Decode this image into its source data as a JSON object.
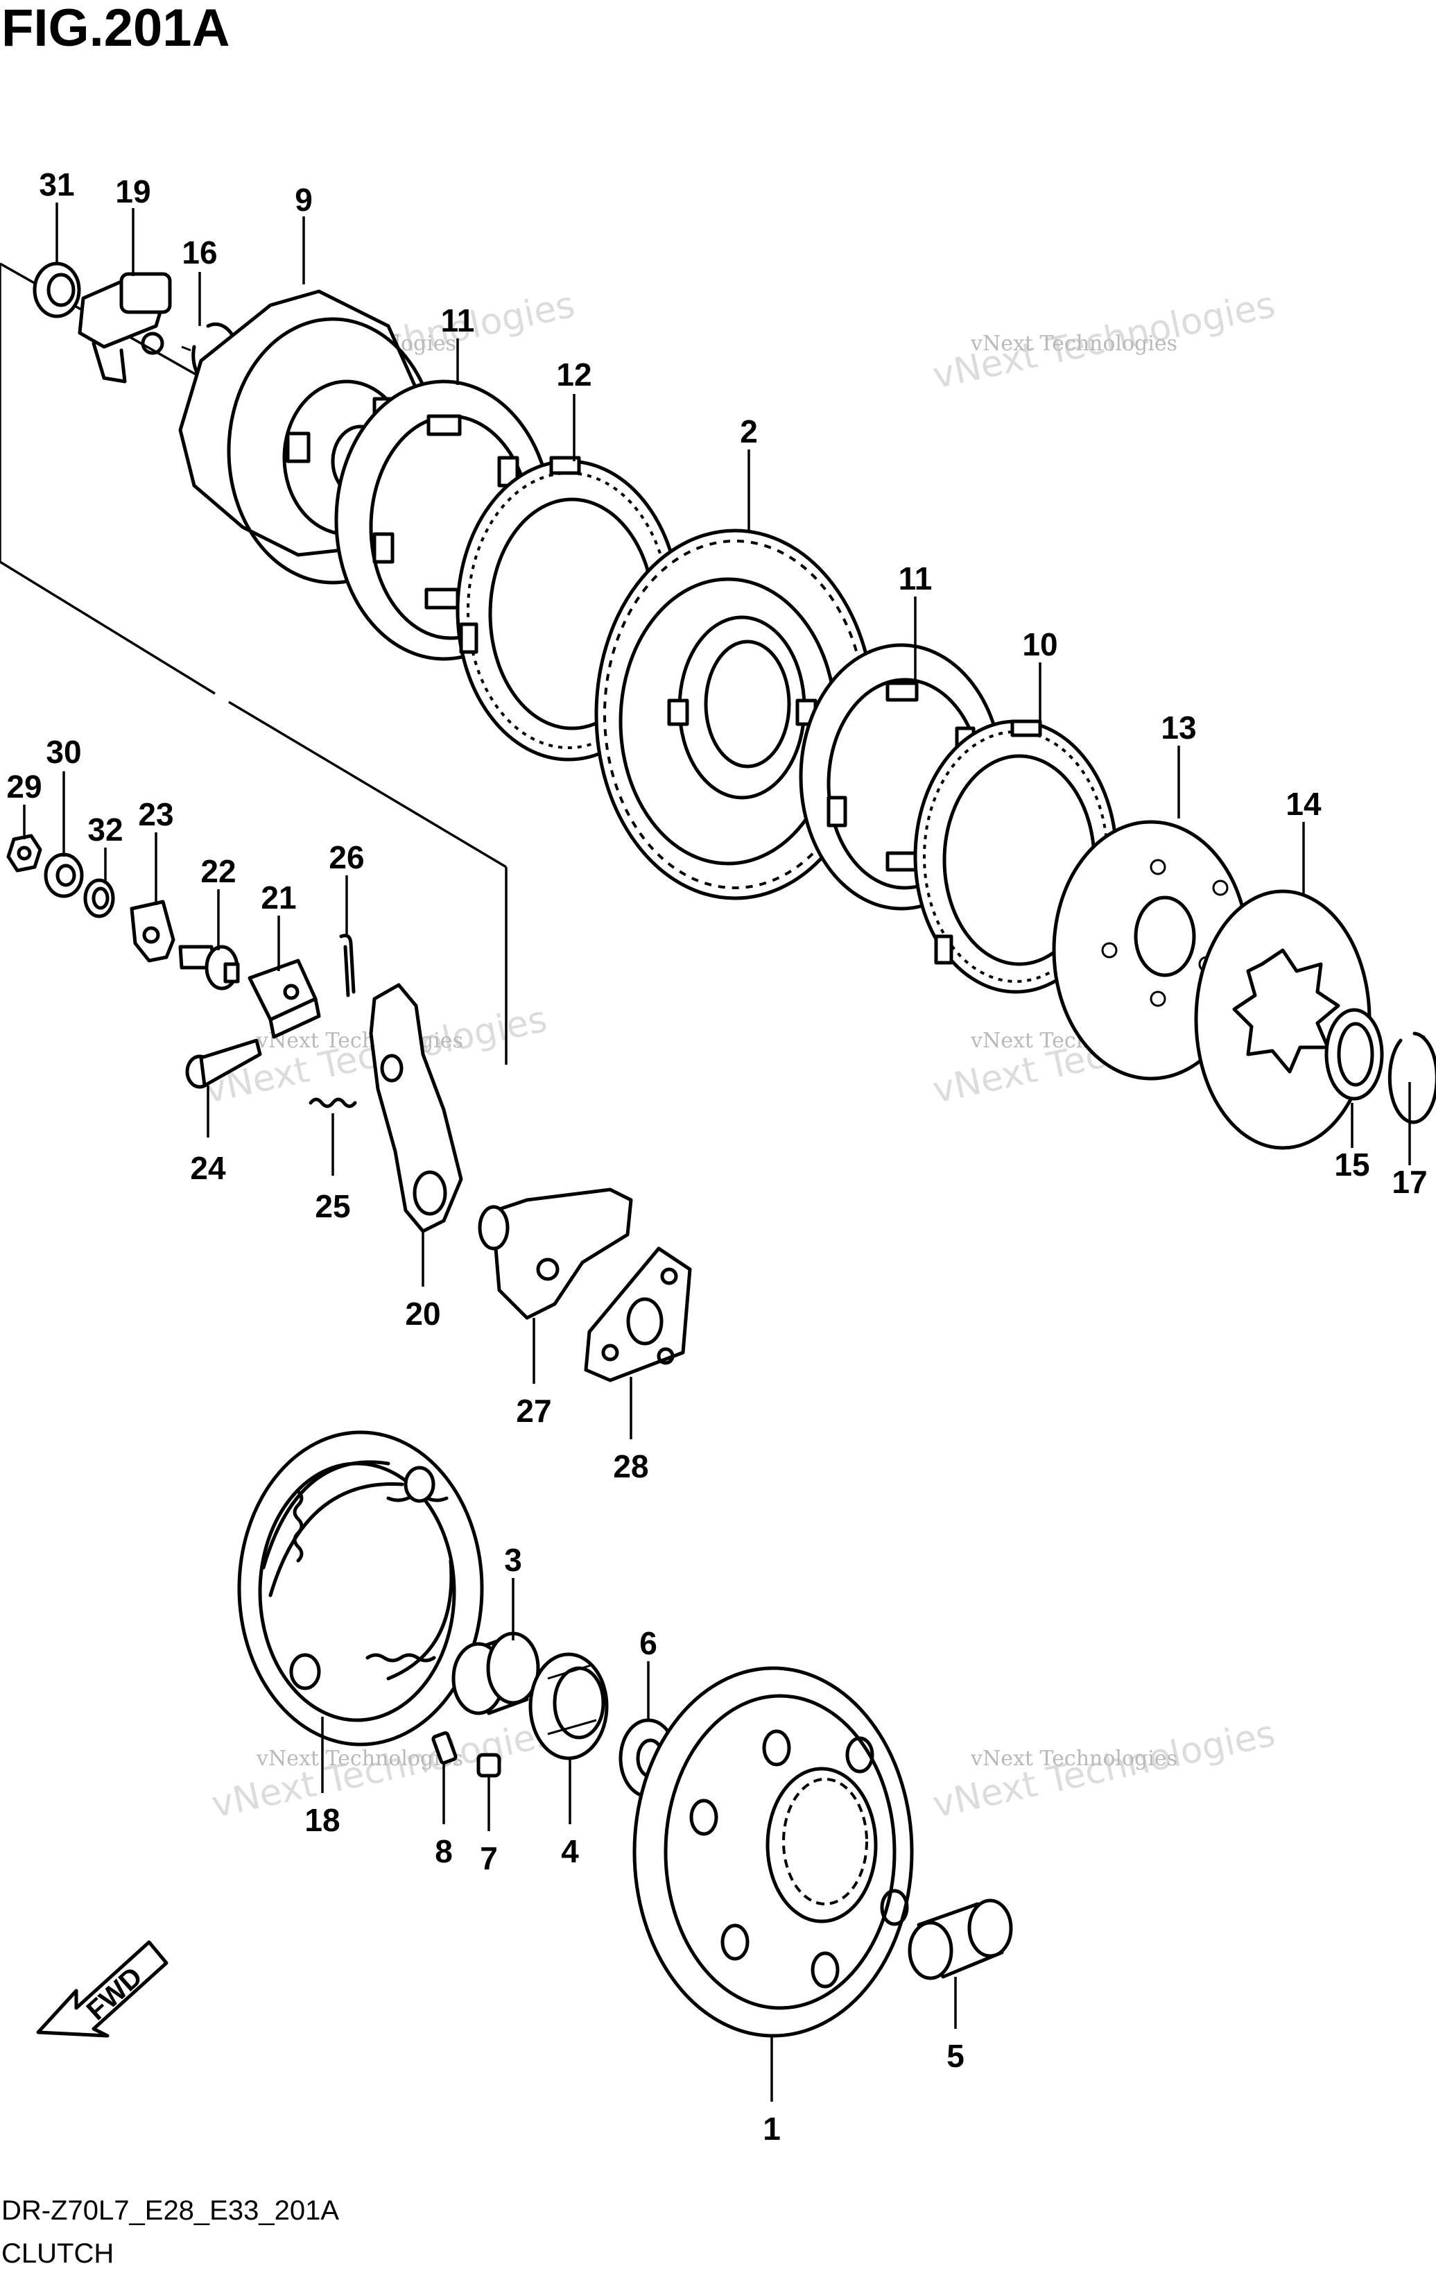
{
  "figure": {
    "title": "FIG.201A",
    "model_code": "DR-Z70L7_E28_E33_201A",
    "section_name": "CLUTCH"
  },
  "fwd_arrow": {
    "label": "FWD"
  },
  "watermarks": [
    {
      "small": "vNext Technologies",
      "big": "vNext Technologies"
    },
    {
      "small": "vNext Technologies",
      "big": "vNext Technologies"
    },
    {
      "small": "vNext Technologies",
      "big": "vNext Technologies"
    },
    {
      "small": "vNext Technologies",
      "big": "vNext Technologies"
    },
    {
      "small": "vNext Technologies",
      "big": "vNext Technologies"
    },
    {
      "small": "vNext Technologies",
      "big": "vNext Technologies"
    }
  ],
  "callouts": [
    "31",
    "19",
    "16",
    "9",
    "11",
    "12",
    "2",
    "11",
    "10",
    "13",
    "14",
    "15",
    "17",
    "30",
    "29",
    "32",
    "23",
    "22",
    "21",
    "26",
    "24",
    "25",
    "20",
    "27",
    "28",
    "3",
    "6",
    "18",
    "8",
    "7",
    "4",
    "1",
    "5"
  ]
}
